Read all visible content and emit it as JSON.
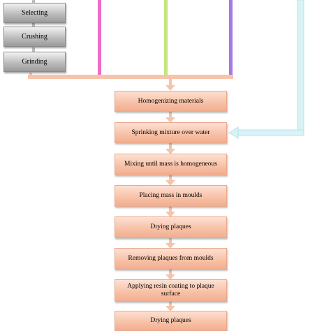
{
  "left_steps": [
    {
      "label": "Selecting"
    },
    {
      "label": "Crushing"
    },
    {
      "label": "Grinding"
    }
  ],
  "main_steps": [
    {
      "label": "Homogenizing materials"
    },
    {
      "label": "Sprinking mixture over water"
    },
    {
      "label": "Mixing until mass is homogeneous"
    },
    {
      "label": "Placing mass in moulds"
    },
    {
      "label": "Drying plaques"
    },
    {
      "label": "Removing plaques from moulds"
    },
    {
      "label": "Applying resin coating to plaque surface"
    },
    {
      "label": "Drying plaques"
    }
  ],
  "colors": {
    "input_line_1": "#f06cc8",
    "input_line_2": "#c3e77b",
    "input_line_3": "#a57ae0",
    "water_line": "#cdeef2",
    "connector": "#f7c4ab",
    "step_fill": "#f7c0a5",
    "step_border": "#e8a98d",
    "left_fill": "#bdbdbd"
  }
}
